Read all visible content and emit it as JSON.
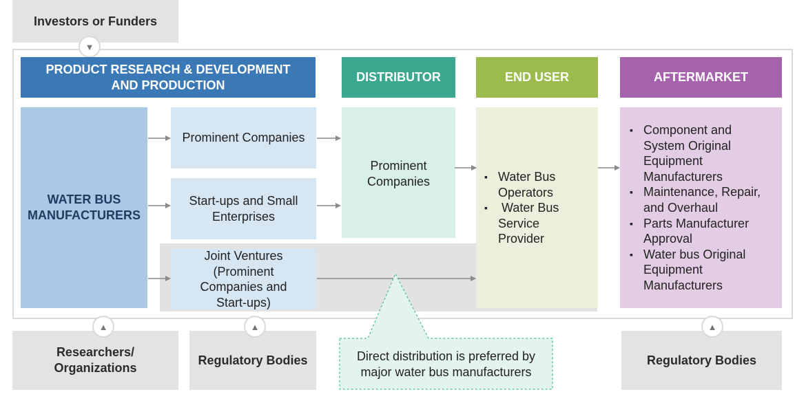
{
  "stakeholders": {
    "investors": "Investors or Funders",
    "researchers": "Researchers/\nOrganizations",
    "regulatory_left": "Regulatory Bodies",
    "regulatory_right": "Regulatory Bodies"
  },
  "headers": {
    "rnd": "PRODUCT RESEARCH & DEVELOPMENT\nAND PRODUCTION",
    "distributor": "DISTRIBUTOR",
    "end_user": "END USER",
    "aftermarket": "AFTERMARKET"
  },
  "manufacturers": "WATER BUS\nMANUFACTURERS",
  "rnd_cells": {
    "prominent": "Prominent Companies",
    "startups": "Start-ups and Small\nEnterprises",
    "joint_ventures": "Joint Ventures\n(Prominent\nCompanies and\nStart-ups)"
  },
  "distributor_cell": "Prominent\nCompanies",
  "end_user_items": [
    "Water Bus\nOperators",
    " Water Bus\nService\nProvider"
  ],
  "aftermarket_items": [
    "Component and\nSystem Original\nEquipment\nManufacturers",
    "Maintenance, Repair,\nand Overhaul",
    "Parts Manufacturer\nApproval",
    "Water bus Original\nEquipment\nManufacturers"
  ],
  "callout": "Direct distribution is preferred by\nmajor water bus manufacturers",
  "colors": {
    "rnd_header": "#3a78b6",
    "distributor_header": "#3aa78e",
    "end_user_header": "#9bbb4e",
    "aftermarket_header": "#a463ab",
    "manufacturers_fill": "#a9c9e6",
    "rnd_cell_fill": "#d6e6f3",
    "distributor_fill": "#d9f0ea",
    "end_user_fill": "#ebf0dc",
    "aftermarket_fill": "#e3cde4",
    "callout_fill": "#e3f4ef",
    "arrow": "#8a8a8a"
  },
  "icons": {
    "down": "triangle-down-icon",
    "up": "triangle-up-icon"
  }
}
